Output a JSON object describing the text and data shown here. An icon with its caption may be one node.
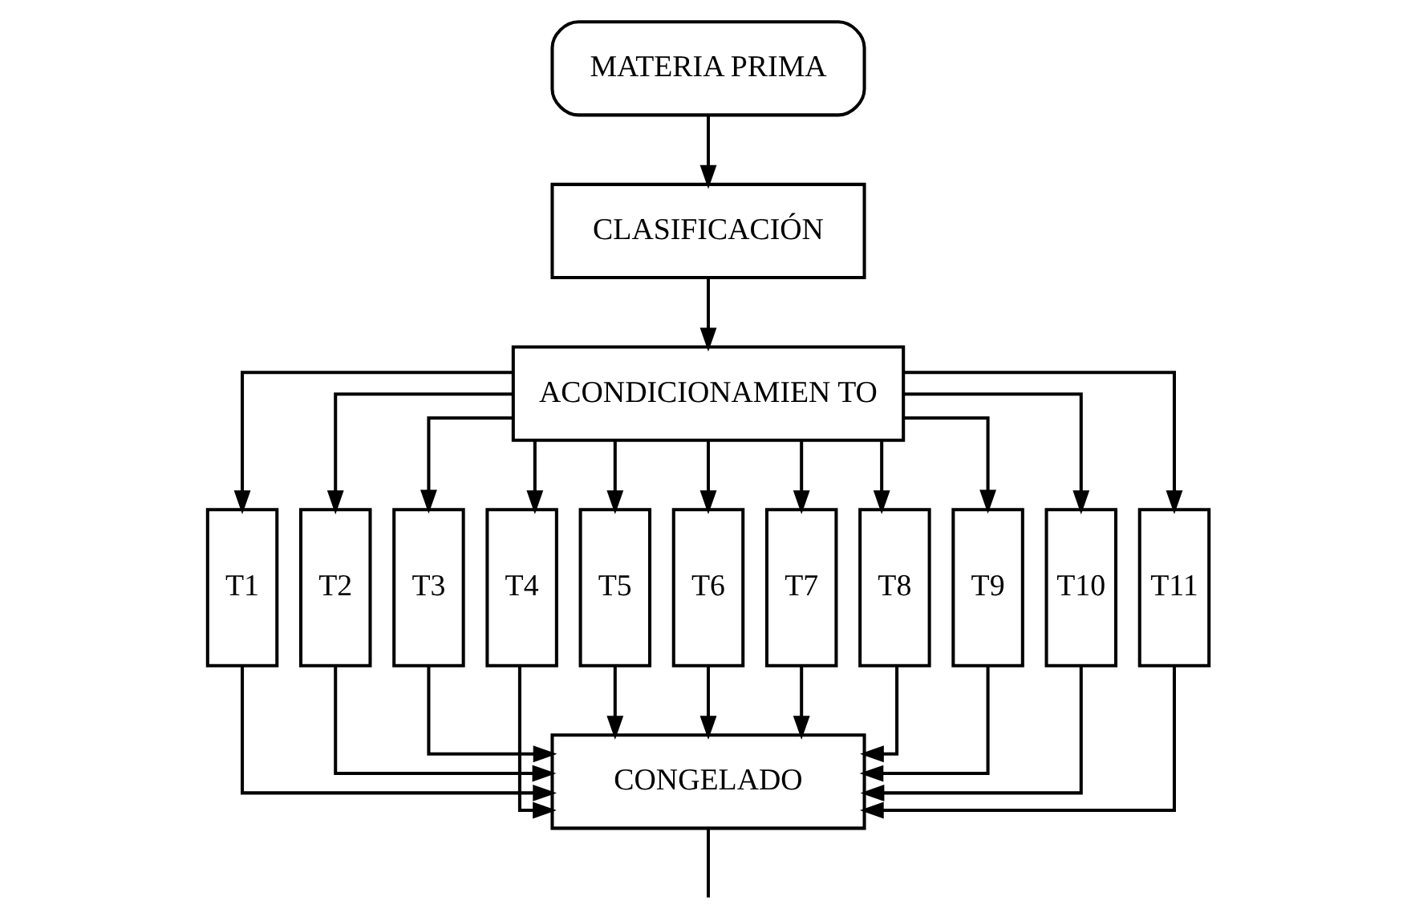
{
  "diagram": {
    "nodes": [
      {
        "text": [
          "MATERIA PRIMA"
        ]
      },
      {
        "text": [
          "CLASIFICACIÓN"
        ]
      },
      {
        "text": [
          "ACONDICIONAMIEN TO"
        ]
      },
      {
        "text": [
          "T1"
        ]
      },
      {
        "text": [
          "T2"
        ]
      },
      {
        "text": [
          "T3"
        ]
      },
      {
        "text": [
          "T4"
        ]
      },
      {
        "text": [
          "T5"
        ]
      },
      {
        "text": [
          "T6"
        ]
      },
      {
        "text": [
          "T7"
        ]
      },
      {
        "text": [
          "T8"
        ]
      },
      {
        "text": [
          "T9"
        ]
      },
      {
        "text": [
          "T10"
        ]
      },
      {
        "text": [
          "T11"
        ]
      },
      {
        "text": [
          "CONGELADO"
        ]
      }
    ],
    "edges": [
      {
        "from": 0,
        "to": 1,
        "arrow": "to"
      },
      {
        "from": 1,
        "to": 2,
        "arrow": "to"
      },
      {
        "from": 2,
        "to": 3,
        "arrow": "to"
      },
      {
        "from": 2,
        "to": 4,
        "arrow": "to"
      },
      {
        "from": 2,
        "to": 5,
        "arrow": "to"
      },
      {
        "from": 2,
        "to": 6,
        "arrow": "to"
      },
      {
        "from": 2,
        "to": 7,
        "arrow": "to"
      },
      {
        "from": 2,
        "to": 8,
        "arrow": "to"
      },
      {
        "from": 2,
        "to": 9,
        "arrow": "to"
      },
      {
        "from": 2,
        "to": 10,
        "arrow": "to"
      },
      {
        "from": 2,
        "to": 11,
        "arrow": "to"
      },
      {
        "from": 2,
        "to": 12,
        "arrow": "to"
      },
      {
        "from": 2,
        "to": 13,
        "arrow": "to"
      },
      {
        "from": 3,
        "to": 14,
        "arrow": "to"
      },
      {
        "from": 4,
        "to": 14,
        "arrow": "to"
      },
      {
        "from": 5,
        "to": 14,
        "arrow": "to"
      },
      {
        "from": 6,
        "to": 14,
        "arrow": "to"
      },
      {
        "from": 7,
        "to": 14,
        "arrow": "to"
      },
      {
        "from": 8,
        "to": 14,
        "arrow": "to"
      },
      {
        "from": 9,
        "to": 14,
        "arrow": "to"
      },
      {
        "from": 10,
        "to": 14,
        "arrow": "to"
      },
      {
        "from": 11,
        "to": 14,
        "arrow": "to"
      },
      {
        "from": 12,
        "to": 14,
        "arrow": "to"
      },
      {
        "from": 13,
        "to": 14,
        "arrow": "to"
      },
      {
        "from": 14,
        "to": null,
        "arrow": "none"
      }
    ]
  }
}
